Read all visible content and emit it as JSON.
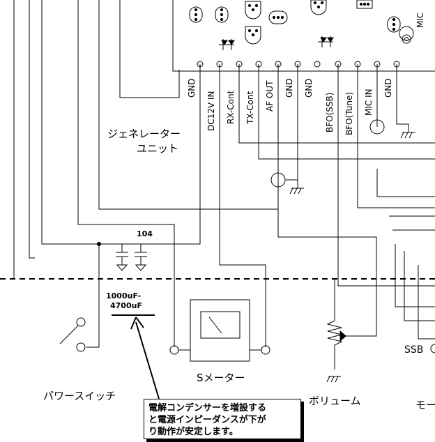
{
  "pins": [
    {
      "label": "GND"
    },
    {
      "label": "DC12V IN"
    },
    {
      "label": "RX-Cont"
    },
    {
      "label": "TX-Cont"
    },
    {
      "label": "AF OUT"
    },
    {
      "label": "GND"
    },
    {
      "label": "GND"
    },
    {
      "label": "BFO(SSB)"
    },
    {
      "label": "BFO(Tune)"
    },
    {
      "label": "MIC IN"
    },
    {
      "label": "GND"
    }
  ],
  "board_label_line1": "ジェネレーター",
  "board_label_line2": "ユニット",
  "mic_label": "MIC",
  "cap_value": "104",
  "electrolytic_value_1": "1000uF-",
  "electrolytic_value_2": "4700uF",
  "power_switch_label": "パワースイッチ",
  "smeter_label": "Sメーター",
  "volume_label": "ボリューム",
  "ssb_label": "SSB",
  "mode_label": "モー",
  "note_lines": [
    "電解コンデンサーを増設する",
    "と電源インピーダンスが下が",
    "り動作が安定します。"
  ]
}
